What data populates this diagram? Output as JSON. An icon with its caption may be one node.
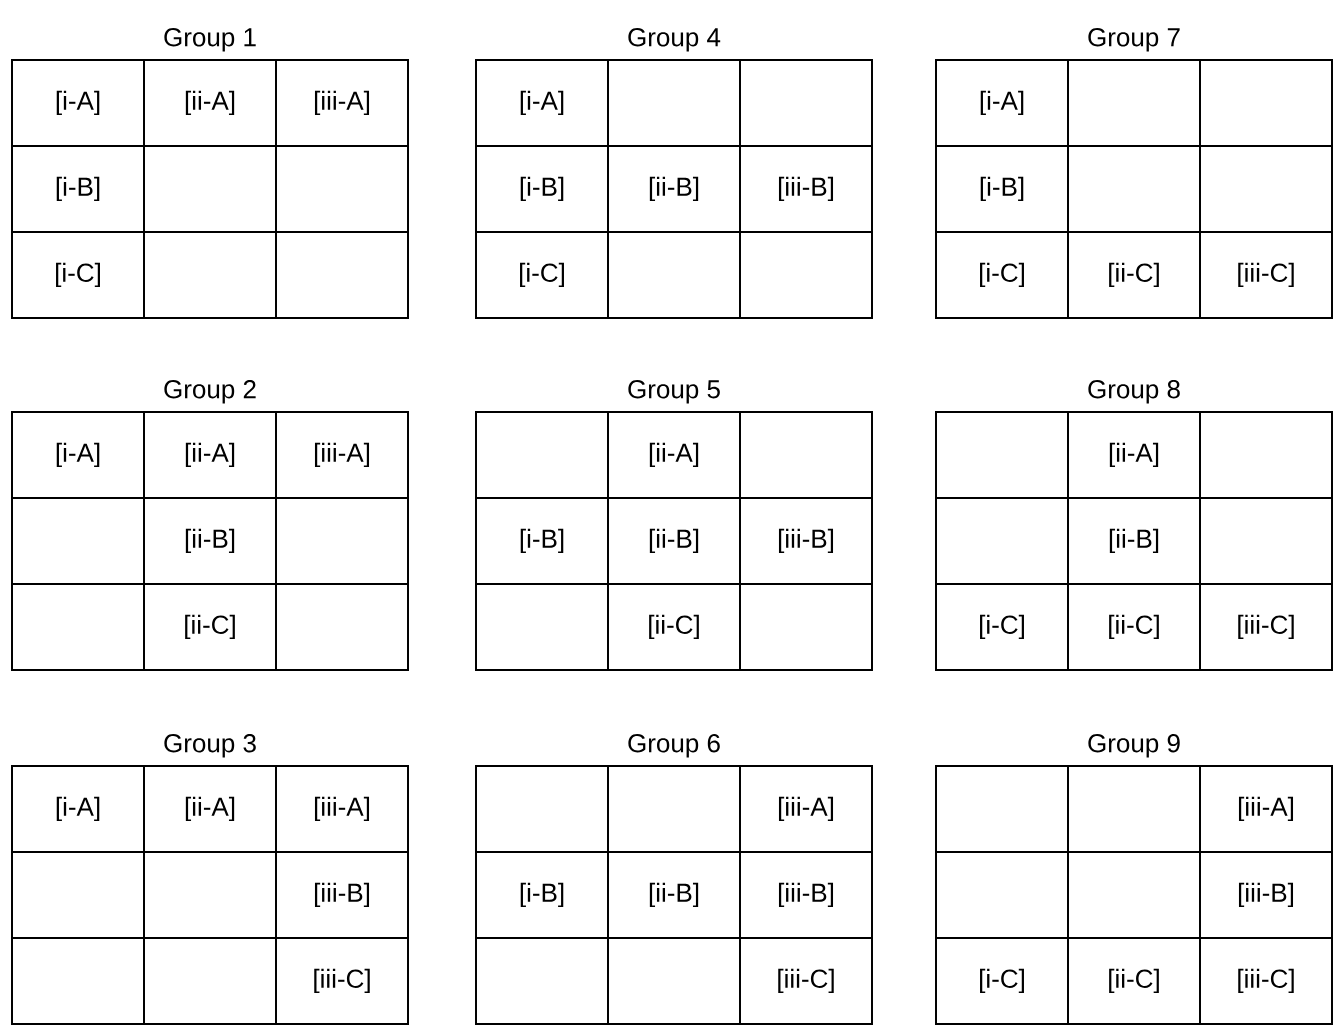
{
  "diagram": {
    "nodes": [
      {
        "text": [
          "Group 1"
        ]
      },
      {
        "text": [
          "[i-A]"
        ],
        "in": 0
      },
      {
        "text": [
          "[ii-A]"
        ],
        "in": 0
      },
      {
        "text": [
          "[iii-A]"
        ],
        "in": 0
      },
      {
        "text": [
          "[i-B]"
        ],
        "in": 0
      },
      {
        "text": [],
        "shape": "box",
        "in": 0
      },
      {
        "text": [],
        "shape": "box",
        "in": 0
      },
      {
        "text": [
          "[i-C]"
        ],
        "in": 0
      },
      {
        "text": [],
        "shape": "box",
        "in": 0
      },
      {
        "text": [],
        "shape": "box",
        "in": 0
      },
      {
        "text": [
          "Group 2"
        ]
      },
      {
        "text": [
          "[i-A]"
        ],
        "in": 10
      },
      {
        "text": [
          "[ii-A]"
        ],
        "in": 10
      },
      {
        "text": [
          "[iii-A]"
        ],
        "in": 10
      },
      {
        "text": [],
        "shape": "box",
        "in": 10
      },
      {
        "text": [
          "[ii-B]"
        ],
        "in": 10
      },
      {
        "text": [],
        "shape": "box",
        "in": 10
      },
      {
        "text": [],
        "shape": "box",
        "in": 10
      },
      {
        "text": [
          "[ii-C]"
        ],
        "in": 10
      },
      {
        "text": [],
        "shape": "box",
        "in": 10
      },
      {
        "text": [
          "Group 3"
        ]
      },
      {
        "text": [
          "[i-A]"
        ],
        "in": 20
      },
      {
        "text": [
          "[ii-A]"
        ],
        "in": 20
      },
      {
        "text": [
          "[iii-A]"
        ],
        "in": 20
      },
      {
        "text": [],
        "shape": "box",
        "in": 20
      },
      {
        "text": [],
        "shape": "box",
        "in": 20
      },
      {
        "text": [
          "[iii-B]"
        ],
        "in": 20
      },
      {
        "text": [],
        "shape": "box",
        "in": 20
      },
      {
        "text": [],
        "shape": "box",
        "in": 20
      },
      {
        "text": [
          "[iii-C]"
        ],
        "in": 20
      },
      {
        "text": [
          "Group 4"
        ]
      },
      {
        "text": [
          "[i-A]"
        ],
        "in": 30
      },
      {
        "text": [],
        "shape": "box",
        "in": 30
      },
      {
        "text": [],
        "shape": "box",
        "in": 30
      },
      {
        "text": [
          "[i-B]"
        ],
        "in": 30
      },
      {
        "text": [
          "[ii-B]"
        ],
        "in": 30
      },
      {
        "text": [
          "[iii-B]"
        ],
        "in": 30
      },
      {
        "text": [
          "[i-C]"
        ],
        "in": 30
      },
      {
        "text": [],
        "shape": "box",
        "in": 30
      },
      {
        "text": [],
        "shape": "box",
        "in": 30
      },
      {
        "text": [
          "Group 5"
        ]
      },
      {
        "text": [],
        "shape": "box",
        "in": 40
      },
      {
        "text": [
          "[ii-A]"
        ],
        "in": 40
      },
      {
        "text": [],
        "shape": "box",
        "in": 40
      },
      {
        "text": [
          "[i-B]"
        ],
        "in": 40
      },
      {
        "text": [
          "[ii-B]"
        ],
        "in": 40
      },
      {
        "text": [
          "[iii-B]"
        ],
        "in": 40
      },
      {
        "text": [],
        "shape": "box",
        "in": 40
      },
      {
        "text": [
          "[ii-C]"
        ],
        "in": 40
      },
      {
        "text": [],
        "shape": "box",
        "in": 40
      },
      {
        "text": [
          "Group 6"
        ]
      },
      {
        "text": [],
        "shape": "box",
        "in": 50
      },
      {
        "text": [],
        "shape": "box",
        "in": 50
      },
      {
        "text": [
          "[iii-A]"
        ],
        "in": 50
      },
      {
        "text": [
          "[i-B]"
        ],
        "in": 50
      },
      {
        "text": [
          "[ii-B]"
        ],
        "in": 50
      },
      {
        "text": [
          "[iii-B]"
        ],
        "in": 50
      },
      {
        "text": [],
        "shape": "box",
        "in": 50
      },
      {
        "text": [],
        "shape": "box",
        "in": 50
      },
      {
        "text": [
          "[iii-C]"
        ],
        "in": 50
      },
      {
        "text": [
          "Group 7"
        ]
      },
      {
        "text": [
          "[i-A]"
        ],
        "in": 60
      },
      {
        "text": [],
        "shape": "box",
        "in": 60
      },
      {
        "text": [],
        "shape": "box",
        "in": 60
      },
      {
        "text": [
          "[i-B]"
        ],
        "in": 60
      },
      {
        "text": [],
        "shape": "box",
        "in": 60
      },
      {
        "text": [],
        "shape": "box",
        "in": 60
      },
      {
        "text": [
          "[i-C]"
        ],
        "in": 60
      },
      {
        "text": [
          "[ii-C]"
        ],
        "in": 60
      },
      {
        "text": [
          "[iii-C]"
        ],
        "in": 60
      },
      {
        "text": [
          "Group 8"
        ]
      },
      {
        "text": [],
        "shape": "box",
        "in": 70
      },
      {
        "text": [
          "[ii-A]"
        ],
        "in": 70
      },
      {
        "text": [],
        "shape": "box",
        "in": 70
      },
      {
        "text": [],
        "shape": "box",
        "in": 70
      },
      {
        "text": [
          "[ii-B]"
        ],
        "in": 70
      },
      {
        "text": [],
        "shape": "box",
        "in": 70
      },
      {
        "text": [
          "[i-C]"
        ],
        "in": 70
      },
      {
        "text": [
          "[ii-C]"
        ],
        "in": 70
      },
      {
        "text": [
          "[iii-C]"
        ],
        "in": 70
      },
      {
        "text": [
          "Group 9"
        ]
      },
      {
        "text": [],
        "shape": "box",
        "in": 80
      },
      {
        "text": [],
        "shape": "box",
        "in": 80
      },
      {
        "text": [
          "[iii-A]"
        ],
        "in": 80
      },
      {
        "text": [],
        "shape": "box",
        "in": 80
      },
      {
        "text": [],
        "shape": "box",
        "in": 80
      },
      {
        "text": [
          "[iii-B]"
        ],
        "in": 80
      },
      {
        "text": [
          "[i-C]"
        ],
        "in": 80
      },
      {
        "text": [
          "[ii-C]"
        ],
        "in": 80
      },
      {
        "text": [
          "[iii-C]"
        ],
        "in": 80
      }
    ]
  }
}
